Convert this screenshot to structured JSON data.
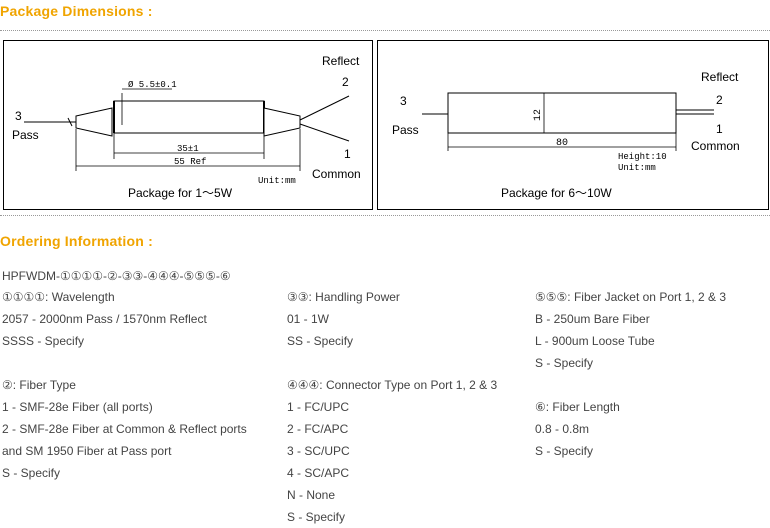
{
  "package_dimensions": {
    "heading": "Package Dimensions :",
    "small": {
      "reflect_label": "Reflect",
      "reflect_num": "2",
      "common_num": "1",
      "common_label": "Common",
      "pass_num": "3",
      "pass_label": "Pass",
      "dia": "Ø 5.5±0.1",
      "len1": "35±1",
      "len2": "55 Ref",
      "unit": "Unit:mm",
      "caption": "Package for 1～5W"
    },
    "large": {
      "reflect_label": "Reflect",
      "reflect_num": "2",
      "common_num": "1",
      "common_label": "Common",
      "pass_num": "3",
      "pass_label": "Pass",
      "height_dim": "12",
      "length": "80",
      "height_note": "Height:10",
      "unit": "Unit:mm",
      "caption": "Package for 6～10W"
    }
  },
  "ordering": {
    "heading": "Ordering Information :",
    "part_number": "HPFWDM-①①①①-②-③③-④④④-⑤⑤⑤-⑥",
    "col1": [
      "①①①①: Wavelength",
      "2057 - 2000nm Pass / 1570nm Reflect",
      "SSSS - Specify",
      "",
      "②: Fiber Type",
      "1 - SMF-28e Fiber (all ports)",
      "2 - SMF-28e Fiber at Common & Reflect ports",
      "and SM 1950 Fiber at Pass port",
      "S - Specify"
    ],
    "col2": [
      "③③: Handling Power",
      "01 - 1W",
      "SS - Specify",
      "",
      "④④④: Connector Type on Port 1, 2 & 3",
      "1 - FC/UPC",
      "2 - FC/APC",
      "3 - SC/UPC",
      "4 - SC/APC",
      "N - None",
      "S - Specify"
    ],
    "col3": [
      "⑤⑤⑤: Fiber Jacket  on Port 1, 2 & 3",
      "B - 250um Bare Fiber",
      "L - 900um Loose Tube",
      "S - Specify",
      "",
      "⑥: Fiber Length",
      "0.8 - 0.8m",
      "S - Specify"
    ]
  },
  "colors": {
    "heading": "#f0a400"
  }
}
